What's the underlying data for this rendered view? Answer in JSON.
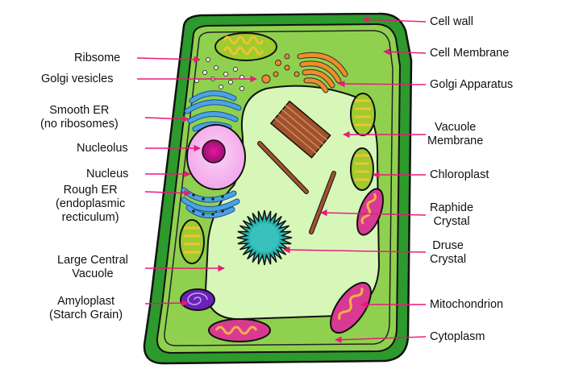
{
  "labels": {
    "cell_wall": "Cell wall",
    "cell_membrane": "Cell Membrane",
    "golgi_apparatus": "Golgi Apparatus",
    "vacuole_membrane": "Vacuole\nMembrane",
    "chloroplast": "Chloroplast",
    "raphide_crystal": "Raphide\nCrystal",
    "druse_crystal": "Druse\nCrystal",
    "mitochondrion": "Mitochondrion",
    "cytoplasm": "Cytoplasm",
    "ribosome": "Ribsome",
    "golgi_vesicles": "Golgi vesicles",
    "smooth_er": "Smooth ER\n(no ribosomes)",
    "nucleolus": "Nucleolus",
    "nucleus": "Nucleus",
    "rough_er": "Rough ER\n(endoplasmic\nrecticulum)",
    "large_central_vacuole": "Large Central\nVacuole",
    "amyloplast": "Amyloplast\n(Starch Grain)"
  },
  "colors": {
    "arrow": "#e8197a",
    "cell_wall": "#2c9a2c",
    "cytoplasm": "#8fd14f",
    "vacuole": "#d6f7b8",
    "nucleus": "#f1a6ea",
    "nucleolus": "#c1138f",
    "golgi": "#f28b2a",
    "er": "#3d8fd6",
    "chloroplast": "#9ccc2f",
    "mitochondrion": "#d83a92",
    "crystal": "#a0522d",
    "druse": "#2ab5b0",
    "amyloplast": "#6a22b8"
  }
}
